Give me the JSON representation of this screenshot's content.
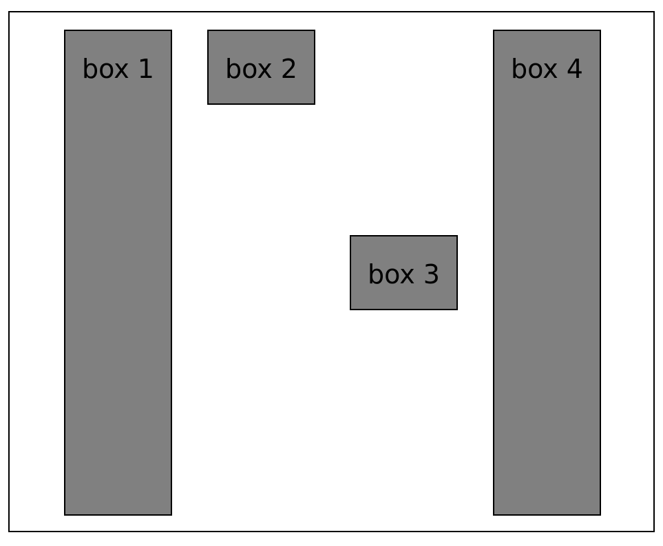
{
  "colors": {
    "box_fill": "#808080",
    "border": "#000000",
    "background": "#ffffff",
    "text": "#000000"
  },
  "boxes": [
    {
      "id": "box1",
      "label": "box 1"
    },
    {
      "id": "box2",
      "label": "box 2"
    },
    {
      "id": "box3",
      "label": "box 3"
    },
    {
      "id": "box4",
      "label": "box 4"
    }
  ]
}
